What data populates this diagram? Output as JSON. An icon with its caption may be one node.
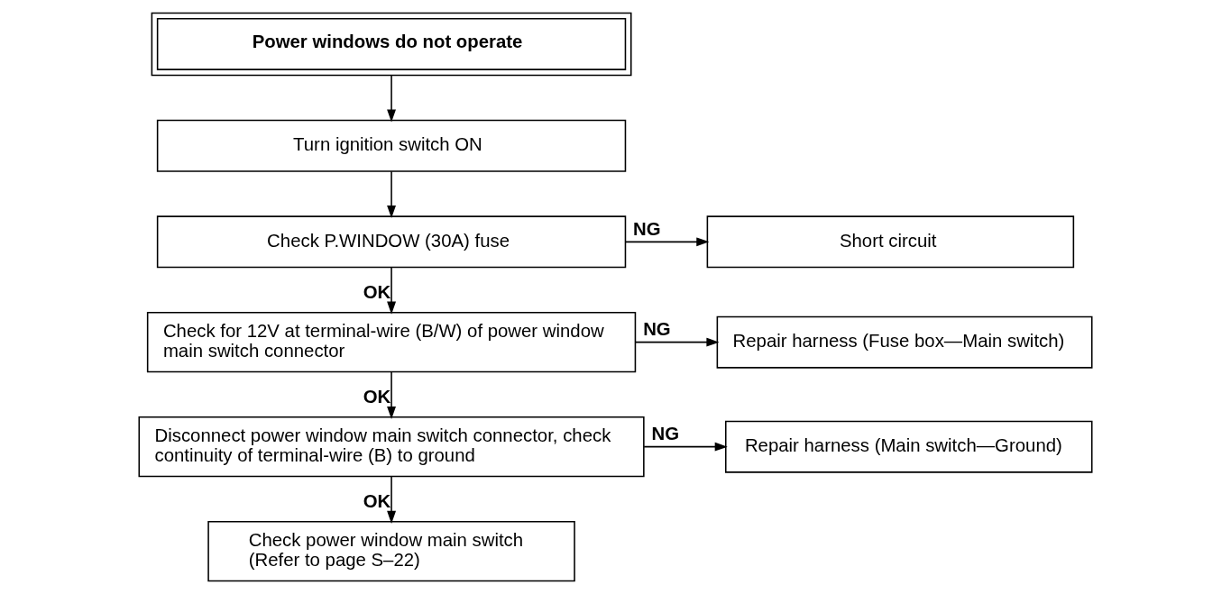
{
  "diagram": {
    "nodes": [
      {
        "text": [
          "Power windows do not operate"
        ]
      },
      {
        "text": [
          "Turn ignition switch ON"
        ]
      },
      {
        "text": [
          "Check P.WINDOW (30A) fuse"
        ]
      },
      {
        "text": [
          "Short circuit"
        ]
      },
      {
        "text": [
          "Check for 12V at terminal-wire (B/W) of power window main switch connector"
        ]
      },
      {
        "text": [
          "Repair harness (Fuse box—Main switch)"
        ]
      },
      {
        "text": [
          "Disconnect power window main switch connector, check continuity of terminal-wire (B) to ground"
        ]
      },
      {
        "text": [
          "Repair harness (Main switch—Ground)"
        ]
      },
      {
        "text": [
          "Check power window main switch",
          "(Refer to page S–22)"
        ]
      }
    ],
    "edges": [
      {
        "from": 0,
        "to": 1,
        "arrow": "to"
      },
      {
        "from": 1,
        "to": 2,
        "arrow": "to"
      },
      {
        "from": 2,
        "to": 3,
        "arrow": "to",
        "label": "NG"
      },
      {
        "from": 2,
        "to": 4,
        "arrow": "to",
        "label": "OK"
      },
      {
        "from": 4,
        "to": 5,
        "arrow": "to",
        "label": "NG"
      },
      {
        "from": 4,
        "to": 6,
        "arrow": "to",
        "label": "OK"
      },
      {
        "from": 6,
        "to": 7,
        "arrow": "to",
        "label": "NG"
      },
      {
        "from": 6,
        "to": 8,
        "arrow": "to",
        "label": "OK"
      }
    ]
  }
}
